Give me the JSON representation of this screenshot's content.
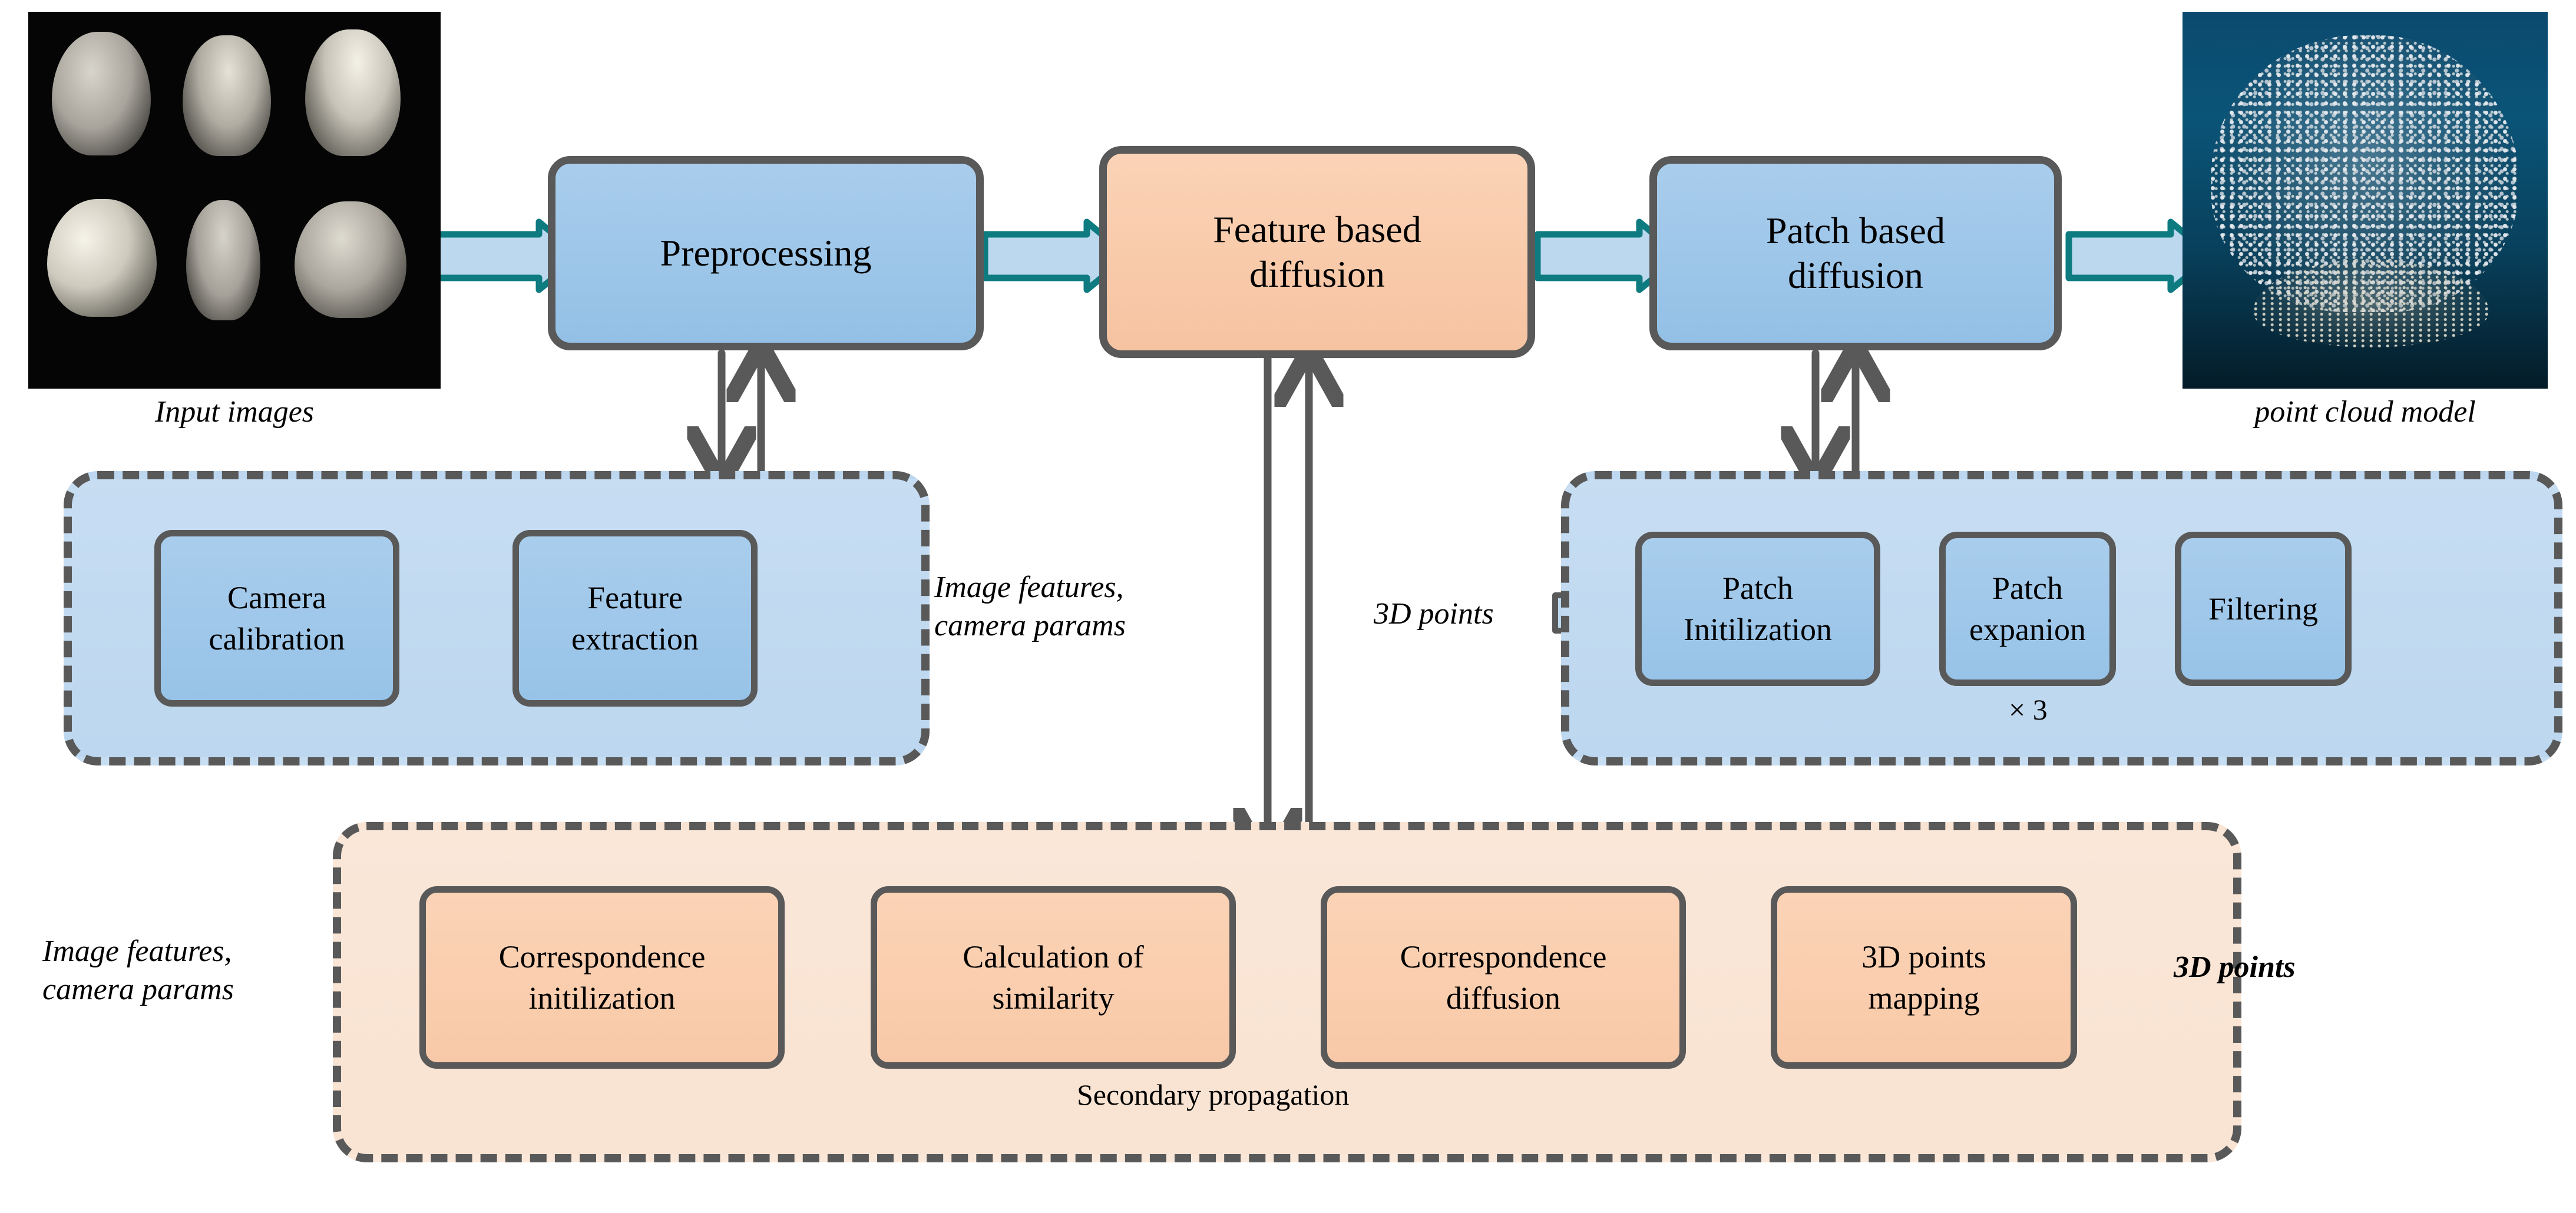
{
  "figure": {
    "kind": "pipeline-flow-diagram",
    "colors": {
      "node_blue": "#9cc6e8",
      "node_peach": "#f8cba7",
      "group_blue": "#c3daf0",
      "group_peach": "#f9e4d4",
      "outline_gray": "#595959",
      "arrow_teal": "#0d7b80",
      "arrow_fill_blue": "#bcd8ee",
      "pointcloud_bg": "#0a5478"
    }
  },
  "input_panel": {
    "caption": "Input images",
    "views": 6
  },
  "output_panel": {
    "caption": "point cloud model"
  },
  "pipeline": {
    "stages": [
      {
        "id": "preprocessing",
        "label": "Preprocessing",
        "color": "blue"
      },
      {
        "id": "feature_diff",
        "label": "Feature based\ndiffusion",
        "color": "peach"
      },
      {
        "id": "patch_diff",
        "label": "Patch based\ndiffusion",
        "color": "blue"
      }
    ]
  },
  "groups": {
    "preprocessing_detail": {
      "color": "blue",
      "steps": [
        {
          "id": "camera_calibration",
          "label": "Camera\ncalibration"
        },
        {
          "id": "feature_extraction",
          "label": "Feature\nextraction"
        }
      ],
      "output_label": "Image features,\ncamera params"
    },
    "feature_diffusion_detail": {
      "color": "peach",
      "input_label": "Image features,\ncamera params",
      "steps": [
        {
          "id": "correspondence_initilization",
          "label": "Correspondence\ninitilization"
        },
        {
          "id": "calculation_of_similarity",
          "label": "Calculation of\nsimilarity"
        },
        {
          "id": "correspondence_diffusion",
          "label": "Correspondence\ndiffusion"
        },
        {
          "id": "three_d_points_mapping",
          "label": "3D points\nmapping"
        }
      ],
      "loop_label": "Secondary propagation",
      "output_label": "3D points"
    },
    "patch_diffusion_detail": {
      "color": "blue",
      "input_label": "3D points",
      "steps": [
        {
          "id": "patch_initilization",
          "label": "Patch\nInitilization"
        },
        {
          "id": "patch_expanion",
          "label": "Patch\nexpanion"
        },
        {
          "id": "filtering",
          "label": "Filtering"
        }
      ],
      "loop_label": "× 3"
    }
  }
}
